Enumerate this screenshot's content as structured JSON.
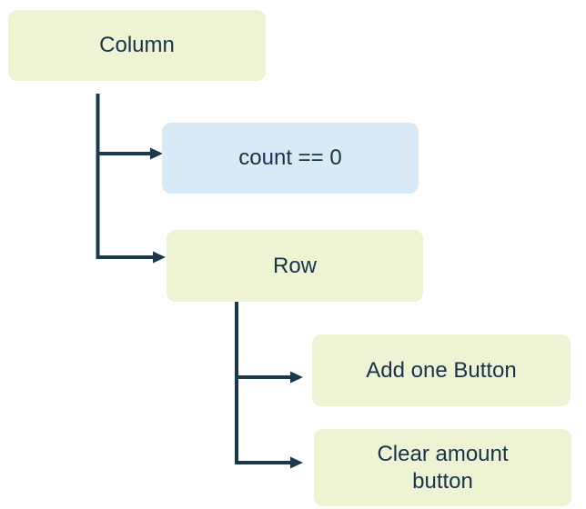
{
  "diagram": {
    "kind": "widget-tree",
    "nodes": [
      {
        "id": "column",
        "label": "Column",
        "type": "widget"
      },
      {
        "id": "condition",
        "label": "count == 0",
        "type": "condition"
      },
      {
        "id": "row",
        "label": "Row",
        "type": "widget"
      },
      {
        "id": "add_one",
        "label": "Add one Button",
        "type": "widget"
      },
      {
        "id": "clear",
        "label": "Clear amount button",
        "type": "widget"
      }
    ],
    "edges": [
      {
        "from": "column",
        "to": "condition"
      },
      {
        "from": "column",
        "to": "row"
      },
      {
        "from": "row",
        "to": "add_one"
      },
      {
        "from": "row",
        "to": "clear"
      }
    ],
    "colors": {
      "widget_fill": "#eef4d3",
      "condition_fill": "#d9eaf7",
      "line": "#1b394c",
      "text": "#17334a",
      "background": "#ffffff"
    }
  }
}
